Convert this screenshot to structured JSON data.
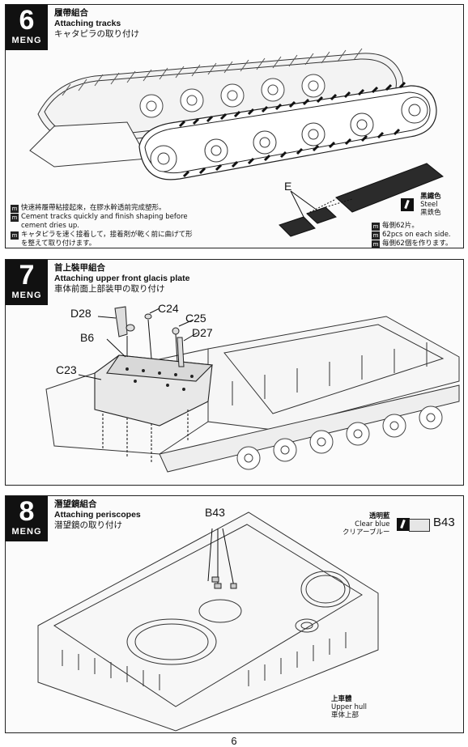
{
  "brand": "MENG",
  "page_number": "6",
  "steps": [
    {
      "number": "6",
      "title_cn": "履帶組合",
      "title_en": "Attaching tracks",
      "title_jp": "キャタピラの取り付け",
      "part_label": "E",
      "instructions": [
        {
          "lang_mark": "m",
          "text": "快速將履帶粘接起來，在膠水幹透前完成塑形。"
        },
        {
          "lang_mark": "m",
          "text": "Cement tracks quickly and finish shaping before cement dries up."
        },
        {
          "lang_mark": "m",
          "text": "キャタピラを速く接着して，接着剤が乾く前に曲げて形を整えて取り付けます。"
        }
      ],
      "color": {
        "cn": "黑鐵色",
        "en": "Steel",
        "jp": "黒鉄色"
      },
      "count": [
        {
          "lang_mark": "m",
          "text": "每側62片。"
        },
        {
          "lang_mark": "m",
          "text": "62pcs on each side."
        },
        {
          "lang_mark": "m",
          "text": "毎側62個を作ります。"
        }
      ]
    },
    {
      "number": "7",
      "title_cn": "首上裝甲組合",
      "title_en": "Attaching upper front glacis plate",
      "title_jp": "車体前面上部装甲の取り付け",
      "parts": [
        "D28",
        "C24",
        "C25",
        "B6",
        "D27",
        "C23"
      ]
    },
    {
      "number": "8",
      "title_cn": "潛望鏡組合",
      "title_en": "Attaching periscopes",
      "title_jp": "潜望鏡の取り付け",
      "part_label": "B43",
      "color": {
        "cn": "透明藍",
        "en": "Clear blue",
        "jp": "クリアーブルー"
      },
      "color_part": "B43",
      "hull_label": {
        "cn": "上車體",
        "en": "Upper hull",
        "jp": "車体上部"
      }
    }
  ]
}
